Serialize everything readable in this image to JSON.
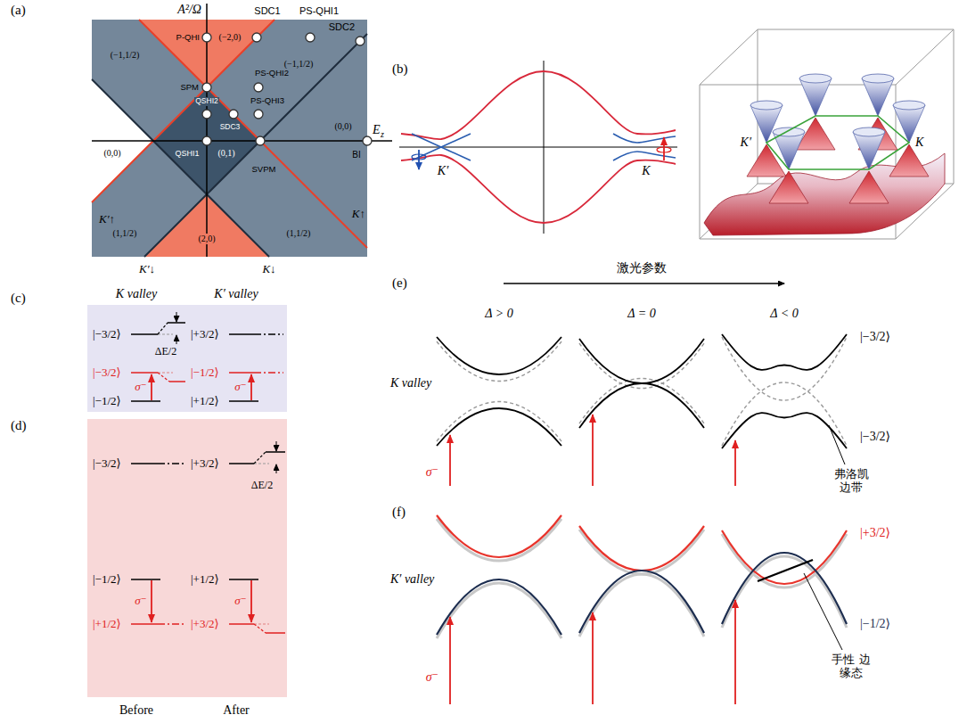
{
  "diagram": {
    "nodes": [
      {
        "text": [
          "K valley",
          "|−3/2⟩",
          "ΔE/2",
          "|−3/2⟩",
          "σ⁻",
          "|−1/2⟩"
        ]
      },
      {
        "text": [
          "K′ valley",
          "|+3/2⟩",
          "|−1/2⟩",
          "σ⁻",
          "|+1/2⟩"
        ]
      },
      {
        "text": [
          "|−3/2⟩",
          "|−1/2⟩",
          "σ⁻",
          "|+1/2⟩",
          "Before"
        ]
      },
      {
        "text": [
          "|+3/2⟩",
          "ΔE/2",
          "|+1/2⟩",
          "σ⁻",
          "|+3/2⟩",
          "After"
        ]
      }
    ],
    "labels": [
      "(a)",
      "A²/Ω",
      "SDC1",
      "PS-QHI1",
      "P-QHI",
      "(−2,0)",
      "(−1,1/2)",
      "(−1,1/2)",
      "SPM",
      "PS-QHI2",
      "SDC2",
      "PS-QHI3",
      "QSHI2",
      "SDC3",
      "E",
      "z",
      "(0,0)",
      "BI",
      "QSHI1",
      "(0,0)",
      "(0,1)",
      "SVPM",
      "K′↑",
      "K↑",
      "(1,1/2)",
      "(1,1/2)",
      "(2,0)",
      "K′↓",
      "K↓",
      "(b)",
      "K′",
      "K",
      "K′",
      "K",
      "(c)",
      "(d)",
      "(e)",
      "激光参数",
      "Δ > 0",
      "Δ = 0",
      "Δ < 0",
      "|−3/2⟩",
      "K valley",
      "σ⁻",
      "|−3/2⟩",
      "弗洛凯 边带",
      "(f)",
      "|+3/2⟩",
      "K′ valley",
      "|−1/2⟩",
      "手性 边缘态",
      "σ⁻"
    ]
  }
}
